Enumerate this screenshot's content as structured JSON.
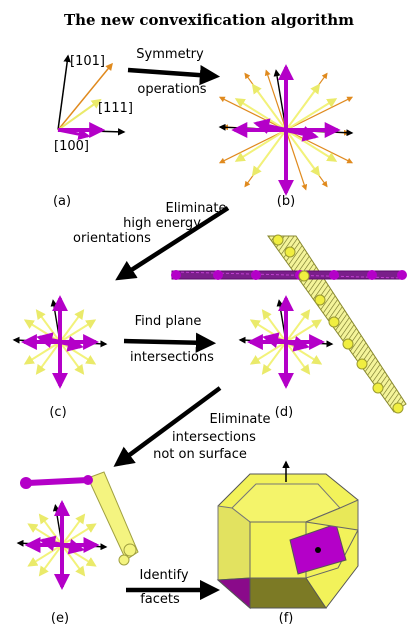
{
  "title": "The new convexification algorithm",
  "panels": {
    "a": "(a)",
    "b": "(b)",
    "c": "(c)",
    "d": "(d)",
    "e": "(e)",
    "f": "(f)"
  },
  "miller": {
    "m101": "[101]",
    "m111": "[111]",
    "m100": "[100]"
  },
  "steps": {
    "sym_1": "Symmetry",
    "sym_2": "operations",
    "elim_1": "Eliminate",
    "elim_2": "high energy",
    "elim_3": "orientations",
    "plane_1": "Find plane",
    "plane_2": "intersections",
    "surf_1": "Eliminate",
    "surf_2": "intersections",
    "surf_3": "not on surface",
    "facet_1": "Identify",
    "facet_2": "facets"
  },
  "colors": {
    "magenta": "#b400c8",
    "orange": "#e08a1e",
    "yellow": "#f2f27a",
    "olive": "#a3a23a",
    "black": "#000000"
  }
}
